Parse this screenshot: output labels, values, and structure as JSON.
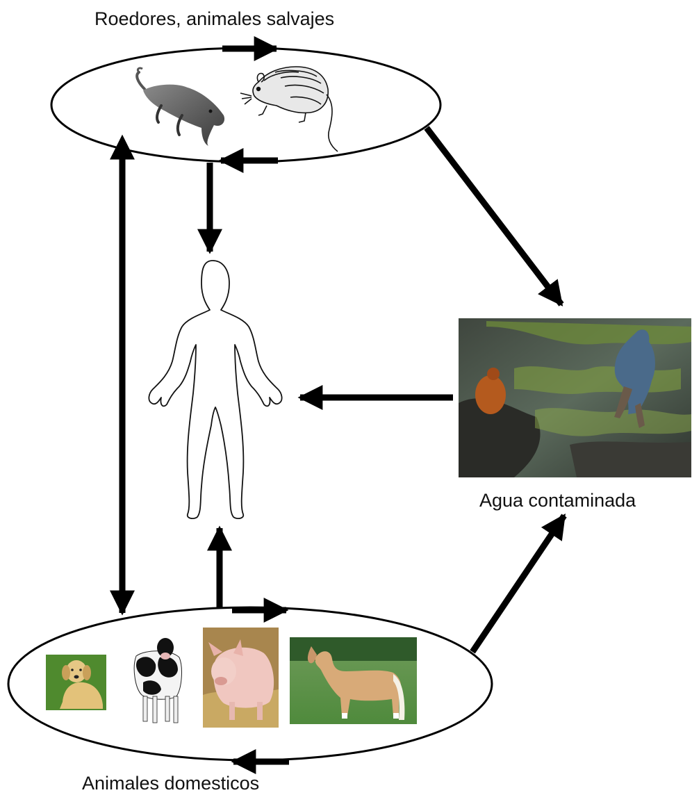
{
  "labels": {
    "wild": "Roedores, animales salvajes",
    "water": "Agua contaminada",
    "domestic": "Animales domesticos"
  },
  "icons": {
    "rodent_gray": "gray-rodent-icon",
    "rat_sketch": "rat-sketch-icon",
    "human": "human-outline-icon",
    "water_photo": "contaminated-water-photo",
    "dog": "dog-photo",
    "cow": "cow-photo",
    "pig": "pig-photo",
    "horse": "horse-photo"
  },
  "colors": {
    "arrow": "#000000",
    "outline": "#000000"
  }
}
